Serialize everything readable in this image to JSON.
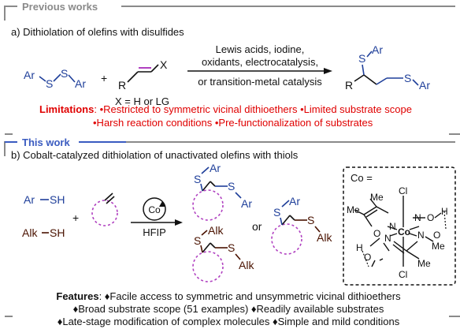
{
  "colors": {
    "frame": "#8a8a8a",
    "blue": "#1f3f9a",
    "red": "#e00000",
    "brown": "#4a1200",
    "purple": "#b040c0",
    "black": "#111111"
  },
  "previous": {
    "header": "Previous works",
    "section_title": "a) Dithiolation of olefins with disulfides",
    "disulfide": {
      "ar1": "Ar",
      "s1": "S",
      "s2": "S",
      "ar2": "Ar"
    },
    "plus": "+",
    "olefin": {
      "r": "R",
      "x": "X",
      "caption": "X = H or  LG"
    },
    "conditions": [
      "Lewis acids, iodine,",
      "oxidants, electrocatalysis,",
      "or transition-metal catalysis"
    ],
    "product": {
      "s_top": "S",
      "ar_top": "Ar",
      "r": "R",
      "s_right": "S",
      "ar_right": "Ar"
    },
    "limitations_label": "Limitations",
    "limitations_line1": ": •Restricted to symmetric vicinal dithioethers  •Limited substrate scope",
    "limitations_line2": "•Harsh reaction conditions  •Pre-functionalization of substrates"
  },
  "this_work": {
    "header": "This work",
    "section_title": "b) Cobalt-catalyzed dithiolation of unactivated olefins with thiols",
    "ar_sh": {
      "ar": "Ar",
      "sh": "SH"
    },
    "alk_sh": {
      "alk": "Alk",
      "sh": "SH"
    },
    "plus": "+",
    "catalyst_label": "Co",
    "solvent": "HFIP",
    "product1": {
      "s1": "S",
      "r1": "Ar",
      "s2": "S",
      "r2": "Ar"
    },
    "product2": {
      "s1": "S",
      "r1": "Ar",
      "s2": "S",
      "r2": "Alk"
    },
    "product3": {
      "s1": "S",
      "r1": "Alk",
      "s2": "S",
      "r2": "Alk"
    },
    "or_text": "or",
    "complex": {
      "title": "Co =",
      "center": "Co",
      "cl_top": "Cl",
      "cl_bottom": "Cl",
      "me_tl1": "Me",
      "me_tl2": "Me",
      "me_br1": "Me",
      "me_br2": "Me",
      "n1": "N",
      "n2": "N",
      "n3": "N",
      "n4": "N",
      "o1": "O",
      "o2": "O",
      "o3": "O",
      "o4": "O",
      "h1": "H",
      "h2": "H"
    },
    "features_label": "Features",
    "features_line1": ": ♦Facile access to symmetric and unsymmetric vicinal dithioethers",
    "features_line2": "♦Broad substrate scope (51 examples)  ♦Readily available substrates",
    "features_line3": "♦Late-stage modification of complex molecules  ♦Simple and mild conditions"
  }
}
